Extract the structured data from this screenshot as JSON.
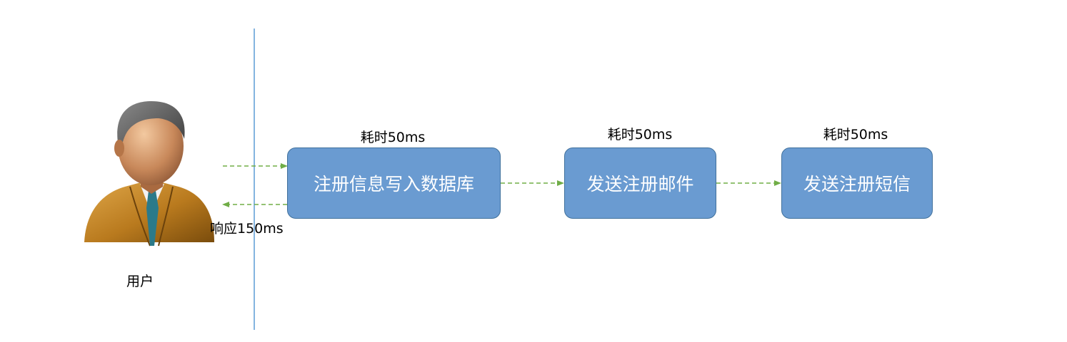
{
  "diagram": {
    "user": {
      "label": "用户"
    },
    "response_label": "响应150ms",
    "steps": [
      {
        "label": "注册信息写入数据库",
        "time": "耗时50ms"
      },
      {
        "label": "发送注册邮件",
        "time": "耗时50ms"
      },
      {
        "label": "发送注册短信",
        "time": "耗时50ms"
      }
    ],
    "colors": {
      "box_fill": "#6a9bd1",
      "box_border": "#41719c",
      "arrow": "#70ad47",
      "divider": "#5b9bd5"
    }
  }
}
